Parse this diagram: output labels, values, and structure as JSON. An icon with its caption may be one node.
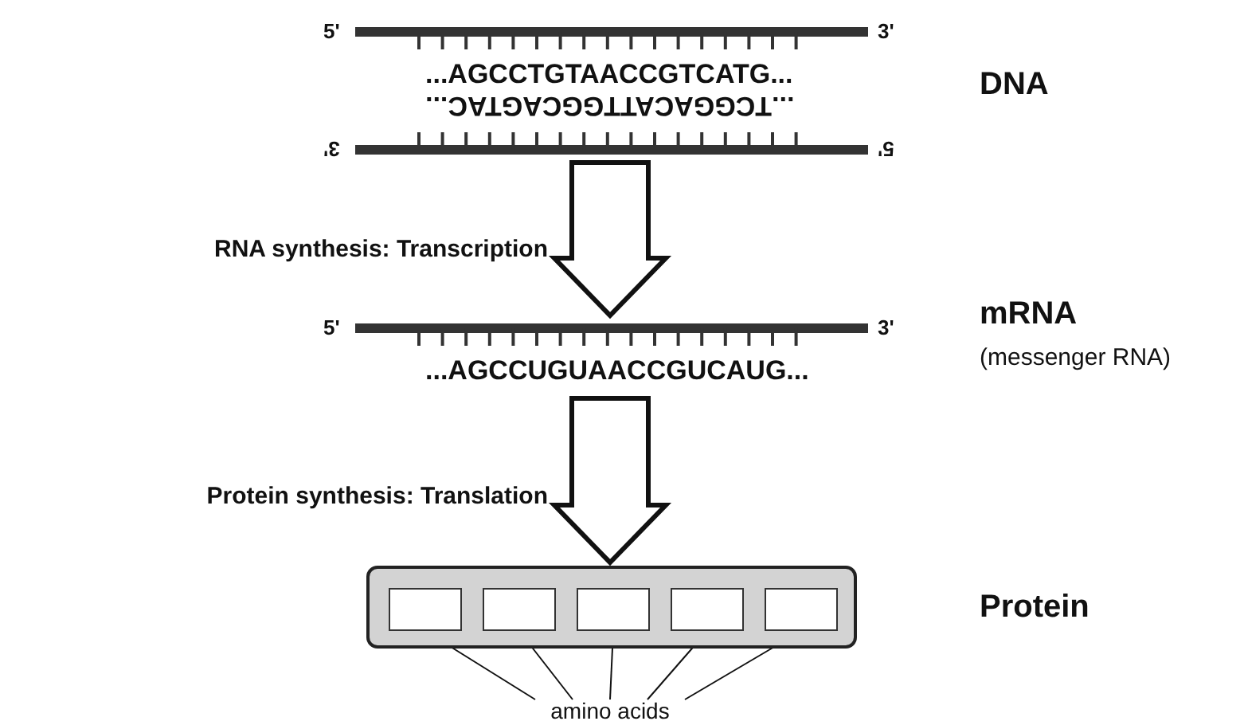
{
  "diagram": {
    "nodes": [
      {
        "text": [
          "...AGCCTGTAACCGTCATG...",
          "...TCGGACATTGGCAGTAC..."
        ],
        "beside": [
          "DNA"
        ]
      },
      {
        "text": [
          "...AGCCUGUAACCGUCAUG..."
        ],
        "beside": [
          "mRNA",
          "(messenger RNA)"
        ]
      },
      {
        "text": [],
        "shape": "bar",
        "beside": [
          "Protein"
        ]
      },
      {
        "text": [],
        "shape": "box",
        "in": 2
      },
      {
        "text": [],
        "shape": "box",
        "in": 2
      },
      {
        "text": [],
        "shape": "box",
        "in": 2
      },
      {
        "text": [],
        "shape": "box",
        "in": 2
      },
      {
        "text": [],
        "shape": "box",
        "in": 2
      },
      {
        "text": [
          "amino acids"
        ]
      }
    ],
    "edges": [
      {
        "from": 0,
        "to": 1,
        "arrow": "to",
        "label": "RNA synthesis: Transcription"
      },
      {
        "from": 1,
        "to": 2,
        "arrow": "to",
        "label": "Protein synthesis: Translation"
      },
      {
        "from": 8,
        "to": 3,
        "arrow": "none"
      },
      {
        "from": 8,
        "to": 4,
        "arrow": "none"
      },
      {
        "from": 8,
        "to": 5,
        "arrow": "none"
      },
      {
        "from": 8,
        "to": 6,
        "arrow": "none"
      },
      {
        "from": 8,
        "to": 7,
        "arrow": "none"
      }
    ],
    "labels": [
      "5'",
      "3'",
      "3'",
      "5'",
      "5'",
      "3'"
    ]
  }
}
